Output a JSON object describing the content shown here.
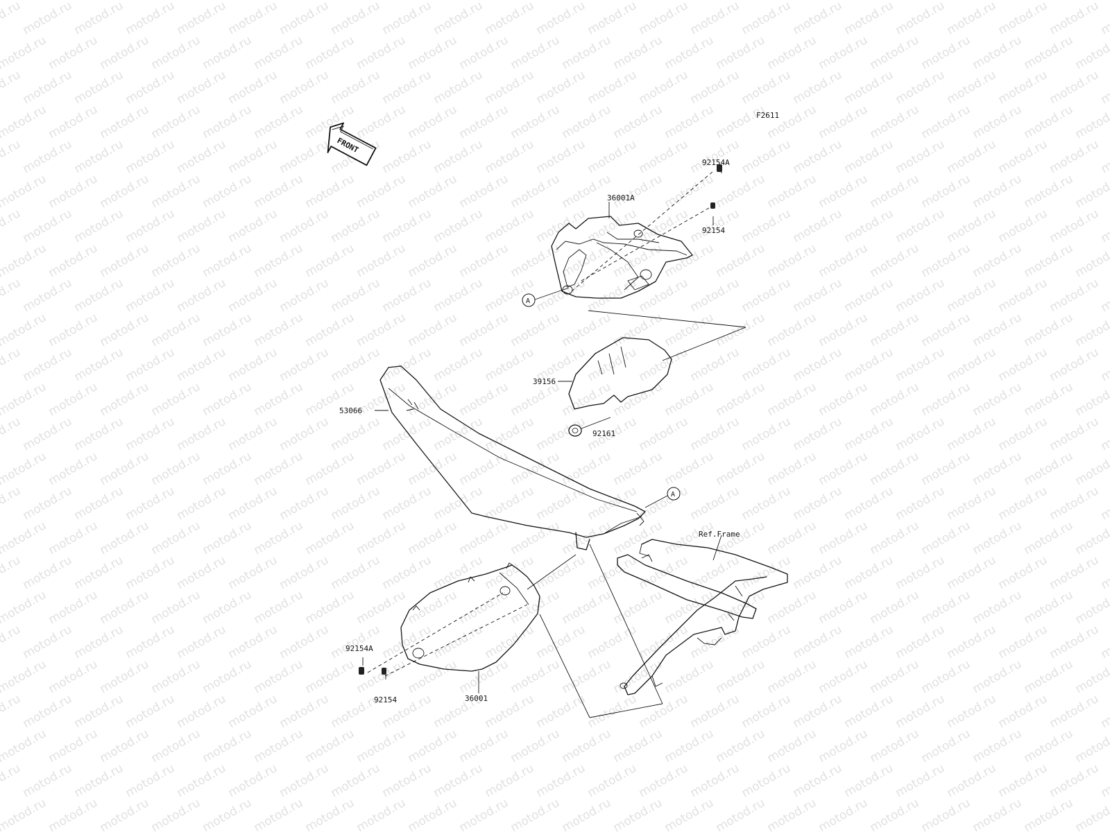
{
  "diagram": {
    "figure_code": "F2611",
    "watermark": "motod.ru",
    "front_arrow": "FRONT",
    "ref_frame": "Ref.Frame",
    "callout_a": "A",
    "parts": {
      "p92154A_top": "92154A",
      "p36001A": "36001A",
      "p92154_top": "92154",
      "p39156": "39156",
      "p53066": "53066",
      "p92161": "92161",
      "p92154A_bottom": "92154A",
      "p92154_bottom": "92154",
      "p36001": "36001"
    }
  }
}
